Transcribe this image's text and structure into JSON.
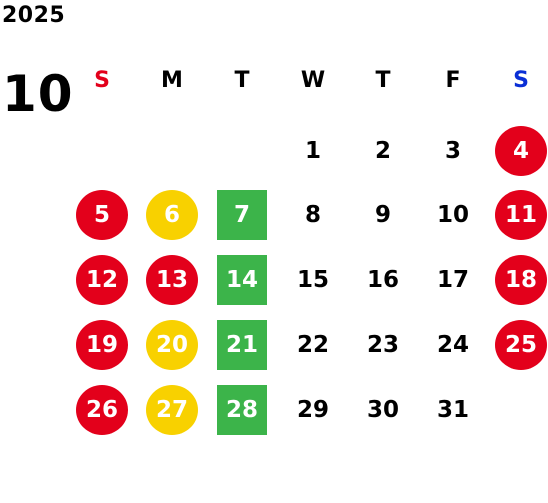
{
  "header": {
    "year": "2025",
    "month": "10"
  },
  "colors": {
    "sunday": "#e3001b",
    "saturday": "#0a2fd6",
    "weekday": "#000000",
    "holiday_red": "#e3001b",
    "highlight_yellow": "#f8d100",
    "highlight_green": "#3cb44a"
  },
  "weekdays": [
    "S",
    "M",
    "T",
    "W",
    "T",
    "F",
    "S"
  ],
  "weeks": [
    [
      "",
      "",
      "",
      "1",
      "2",
      "3",
      "4"
    ],
    [
      "5",
      "6",
      "7",
      "8",
      "9",
      "10",
      "11"
    ],
    [
      "12",
      "13",
      "14",
      "15",
      "16",
      "17",
      "18"
    ],
    [
      "19",
      "20",
      "21",
      "22",
      "23",
      "24",
      "25"
    ],
    [
      "26",
      "27",
      "28",
      "29",
      "30",
      "31",
      ""
    ]
  ],
  "styles": [
    [
      "",
      "",
      "",
      "plain",
      "plain",
      "plain",
      "circle-red"
    ],
    [
      "circle-red",
      "circle-yellow",
      "square-green",
      "plain",
      "plain",
      "plain",
      "circle-red"
    ],
    [
      "circle-red",
      "circle-red",
      "square-green",
      "plain",
      "plain",
      "plain",
      "circle-red"
    ],
    [
      "circle-red",
      "circle-yellow",
      "square-green",
      "plain",
      "plain",
      "plain",
      "circle-red"
    ],
    [
      "circle-red",
      "circle-yellow",
      "square-green",
      "plain",
      "plain",
      "plain",
      ""
    ]
  ]
}
